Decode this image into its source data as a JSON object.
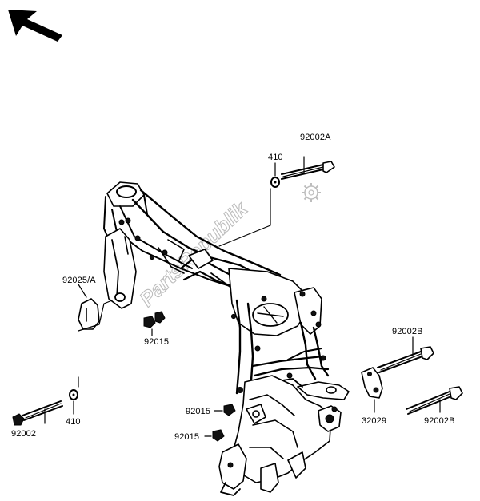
{
  "diagram": {
    "watermark": "PartsRepublik",
    "labels": {
      "p92002A": "92002A",
      "p410_top": "410",
      "p92025A": "92025/A",
      "p92015_a": "92015",
      "p92002B_upper": "92002B",
      "p92002B_lower": "92002B",
      "p32029": "32029",
      "p92015_b": "92015",
      "p92015_c": "92015",
      "p92002": "92002",
      "p410_bottom": "410"
    },
    "icons": {
      "direction": "front-direction-arrow-icon",
      "watermark_gear": "gear-icon"
    }
  }
}
